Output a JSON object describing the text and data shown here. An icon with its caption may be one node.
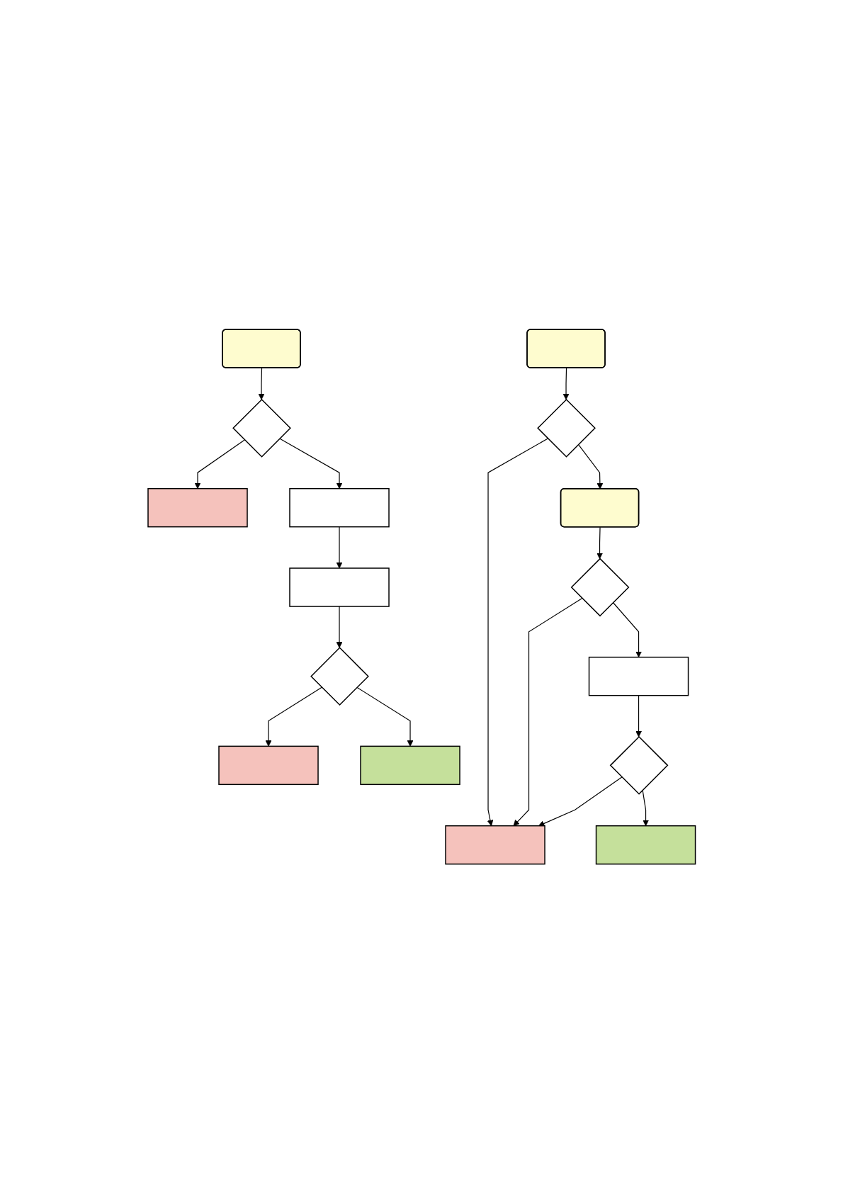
{
  "diagram": {
    "nodes": [
      {
        "text": [],
        "shape": "rounded"
      },
      {
        "text": [],
        "shape": "diamond"
      },
      {
        "text": [],
        "shape": "box"
      },
      {
        "text": [],
        "shape": "box"
      },
      {
        "text": [],
        "shape": "box"
      },
      {
        "text": [],
        "shape": "diamond"
      },
      {
        "text": [],
        "shape": "box"
      },
      {
        "text": [],
        "shape": "box"
      },
      {
        "text": [],
        "shape": "rounded"
      },
      {
        "text": [],
        "shape": "diamond"
      },
      {
        "text": [],
        "shape": "rounded"
      },
      {
        "text": [],
        "shape": "diamond"
      },
      {
        "text": [],
        "shape": "box"
      },
      {
        "text": [],
        "shape": "diamond"
      },
      {
        "text": [],
        "shape": "box"
      },
      {
        "text": [],
        "shape": "box"
      }
    ],
    "edges": [
      {
        "from": 0,
        "to": 1,
        "arrow": "to"
      },
      {
        "from": 1,
        "to": 2,
        "arrow": "to"
      },
      {
        "from": 1,
        "to": 3,
        "arrow": "to"
      },
      {
        "from": 3,
        "to": 4,
        "arrow": "to"
      },
      {
        "from": 4,
        "to": 5,
        "arrow": "to"
      },
      {
        "from": 5,
        "to": 6,
        "arrow": "to"
      },
      {
        "from": 5,
        "to": 7,
        "arrow": "to"
      },
      {
        "from": 8,
        "to": 9,
        "arrow": "to"
      },
      {
        "from": 9,
        "to": 14,
        "arrow": "to"
      },
      {
        "from": 9,
        "to": 10,
        "arrow": "to"
      },
      {
        "from": 10,
        "to": 11,
        "arrow": "to"
      },
      {
        "from": 11,
        "to": 14,
        "arrow": "to"
      },
      {
        "from": 11,
        "to": 12,
        "arrow": "to"
      },
      {
        "from": 12,
        "to": 13,
        "arrow": "to"
      },
      {
        "from": 13,
        "to": 14,
        "arrow": "to"
      },
      {
        "from": 13,
        "to": 15,
        "arrow": "to"
      }
    ]
  }
}
